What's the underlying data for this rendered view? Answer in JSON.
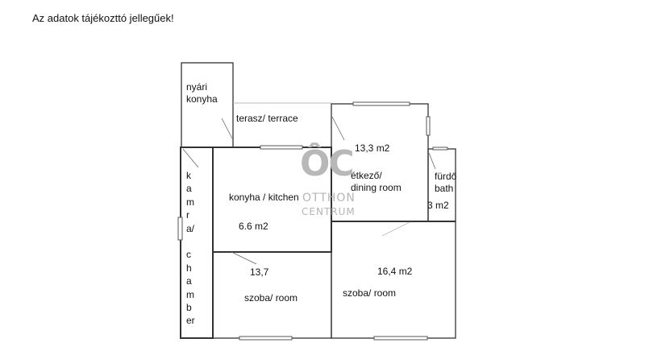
{
  "note": "Az adatok tájékozttó jellegűek!",
  "rooms": {
    "summer_kitchen": [
      "nyári",
      "konyha"
    ],
    "terrace": "terasz/ terrace",
    "dining_area": "13,3 m2",
    "dining_label": [
      "étkező/",
      "dining room"
    ],
    "bath_label": [
      "fürdő",
      "bath"
    ],
    "bath_area": "3 m2",
    "kitchen_label": "konyha / kitchen",
    "kitchen_area": "6.6 m2",
    "chamber_letters": [
      "k",
      "a",
      "m",
      "r",
      "a/",
      "",
      "c",
      "h",
      "a",
      "m",
      "b",
      "er"
    ],
    "room_left_area": "13,7",
    "room_left_label": "szoba/ room",
    "room_right_area": "16,4 m2",
    "room_right_label": "szoba/ room"
  },
  "watermark": {
    "mark": "ÔC",
    "line1": "OTTHON",
    "line2": "CENTRUM"
  },
  "colors": {
    "wall": "#333333",
    "watermark": "#b5b5b5"
  }
}
